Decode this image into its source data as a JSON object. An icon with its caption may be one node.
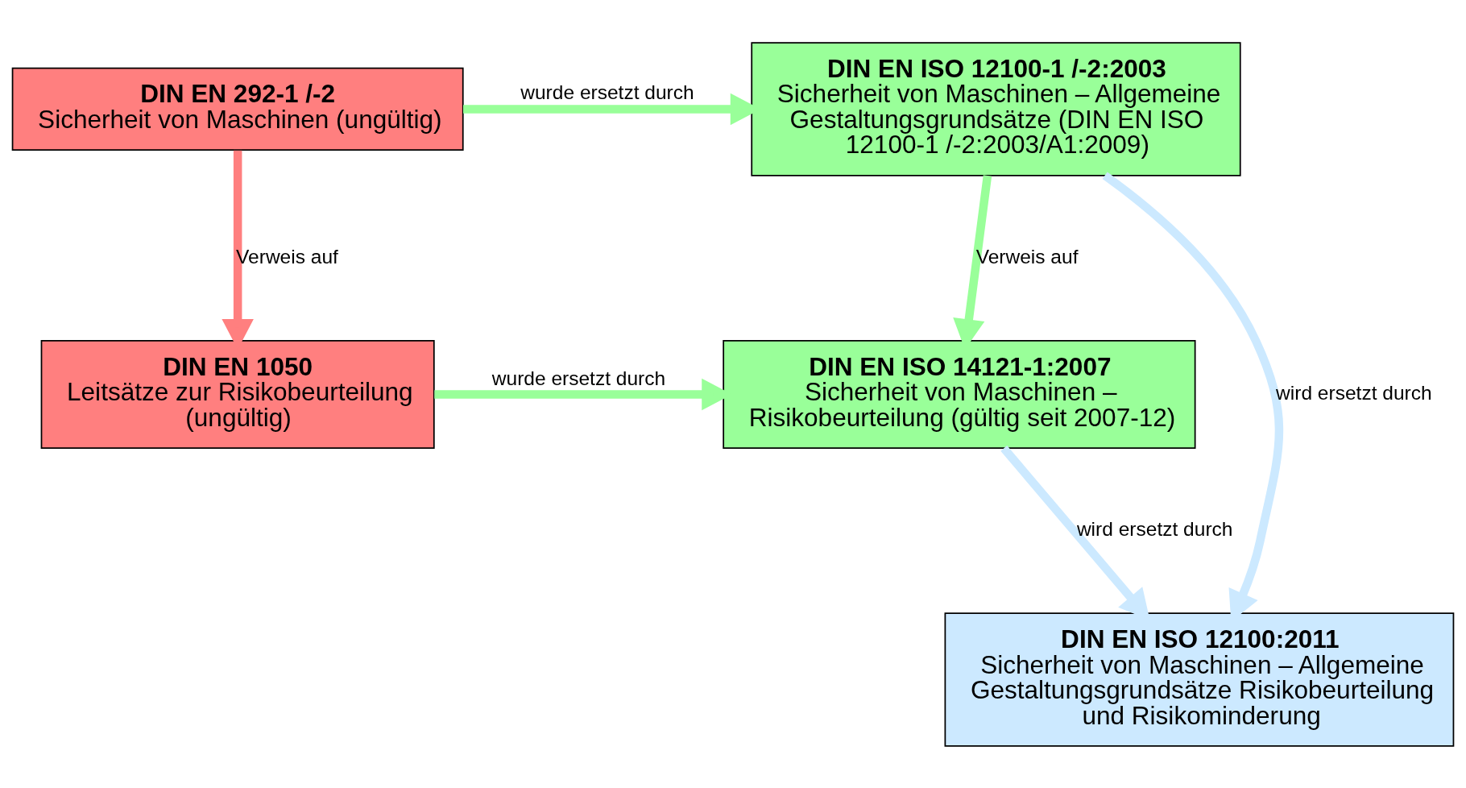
{
  "diagram": {
    "nodes": [
      {
        "text": [
          "DIN EN 292-1 /-2",
          "Sicherheit von Maschinen (ungültig)"
        ]
      },
      {
        "text": [
          "DIN EN ISO 12100-1 /-2:2003",
          "Sicherheit von Maschinen – Allgemeine Gestaltungsgrundsätze (DIN EN ISO 12100-1 /-2:2003/A1:2009)"
        ]
      },
      {
        "text": [
          "DIN EN ISO 12100:2011",
          "Sicherheit von Maschinen – Allgemeine Gestaltungsgrundsätze Risikobeurteilung und Risikominderung"
        ]
      },
      {
        "text": [
          "DIN EN 1050",
          "Leitsätze zur Risikobeurteilung (ungültig)"
        ]
      },
      {
        "text": [
          "DIN EN ISO 14121-1:2007",
          "Sicherheit von Maschinen – Risikobeurteilung (gültig seit 2007-12)"
        ]
      }
    ],
    "edges": [
      {
        "from": 0,
        "to": 1,
        "arrow": "to",
        "label": "wurde ersetzt durch",
        "color": "#99ff99"
      },
      {
        "from": 1,
        "to": 2,
        "arrow": "to",
        "label": "wird ersetzt durch",
        "color": "#cce9ff"
      },
      {
        "from": 0,
        "to": 3,
        "arrow": "to",
        "label": "Verweis auf",
        "color": "#ff7f7f"
      },
      {
        "from": 1,
        "to": 4,
        "arrow": "to",
        "label": "Verweis auf",
        "color": "#99ff99"
      },
      {
        "from": 3,
        "to": 4,
        "arrow": "to",
        "label": "wurde ersetzt durch",
        "color": "#99ff99"
      },
      {
        "from": 4,
        "to": 2,
        "arrow": "to",
        "label": "wird ersetzt durch",
        "color": "#cce9ff"
      }
    ]
  }
}
